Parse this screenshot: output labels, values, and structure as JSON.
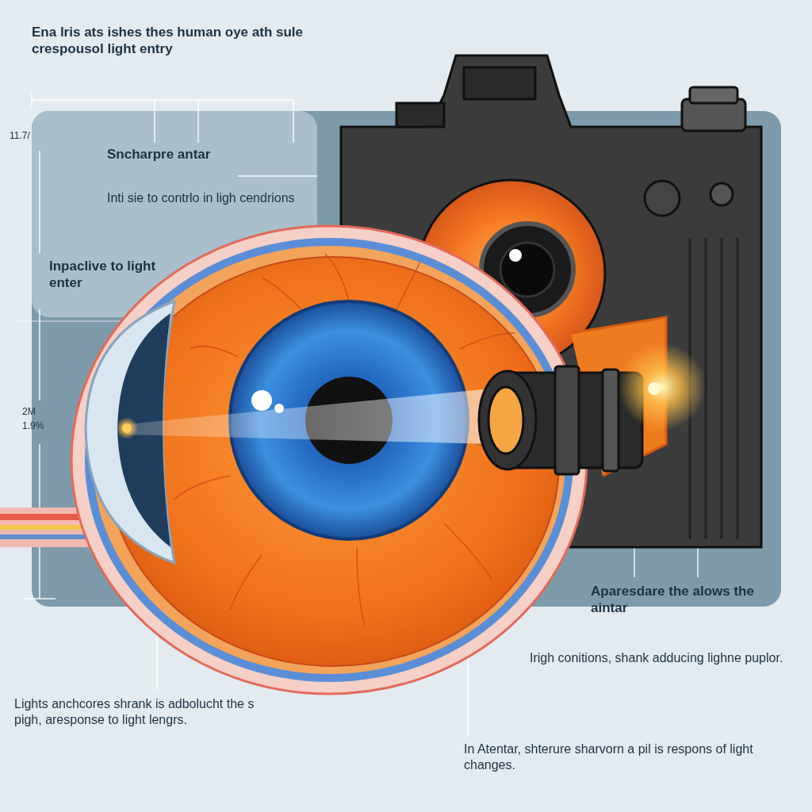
{
  "diagram": {
    "title": "Ena lris ats ishes thes human oye ath sule crespousol light entry",
    "labels": [
      "11.7/",
      "Sncharpre antar",
      "Inti sie to contrlo in ligh cendrions",
      "Inpaclive to light enter",
      "2M",
      "1.9%",
      "Aparesdare the alows the aintar",
      "Irigh conitions, shank adducing lighne puplor.",
      "Lights anchcores shrank is adbolucht the s pigh, aresponse to light lengrs.",
      "In Atentar, shterure sharvorn a pil is respons of light changes."
    ]
  }
}
